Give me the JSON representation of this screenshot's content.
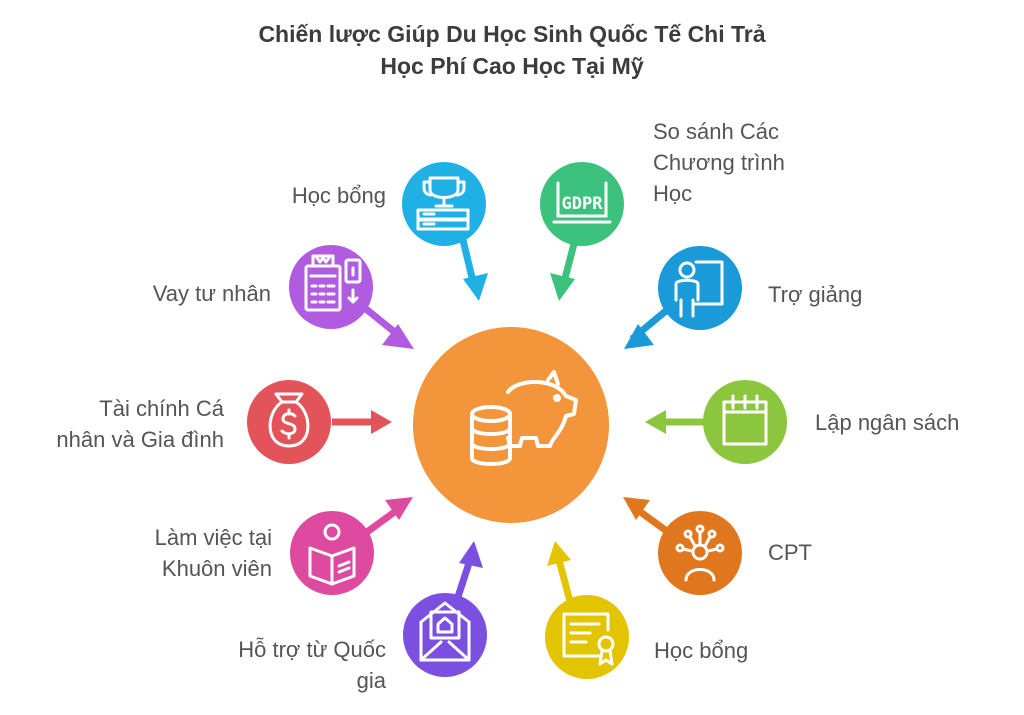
{
  "title": {
    "line1": "Chiến lược Giúp Du Học Sinh Quốc Tế Chi Trả",
    "line2": "Học Phí Cao Học Tại Mỹ"
  },
  "center": {
    "icon": "piggy-bank-coins-icon",
    "color": "#f3953a"
  },
  "nodes": [
    {
      "id": "scholarship-top",
      "label": "Học bổng",
      "icon": "trophy-books-icon",
      "color": "#1fb1e6"
    },
    {
      "id": "compare-programs",
      "label": "So sánh Các\nChương trình\nHọc",
      "icon": "gdpr-icon",
      "color": "#3dc27d"
    },
    {
      "id": "teaching-assistant",
      "label": "Trợ giảng",
      "icon": "teacher-board-icon",
      "color": "#1a9ad8"
    },
    {
      "id": "budgeting",
      "label": "Lập ngân sách",
      "icon": "calendar-icon",
      "color": "#8cc63f"
    },
    {
      "id": "cpt",
      "label": "CPT",
      "icon": "network-person-icon",
      "color": "#e0761e"
    },
    {
      "id": "scholarship-bottom",
      "label": "Học bổng",
      "icon": "certificate-icon",
      "color": "#e3c400"
    },
    {
      "id": "national-support",
      "label": "Hỗ trợ từ Quốc\ngia",
      "icon": "mail-home-icon",
      "color": "#7b4fe0"
    },
    {
      "id": "campus-work",
      "label": "Làm việc tại\nKhuôn viên",
      "icon": "reading-person-icon",
      "color": "#dd4aa0"
    },
    {
      "id": "personal-family-finance",
      "label": "Tài chính Cá\nnhân và Gia đình",
      "icon": "money-bag-icon",
      "color": "#e2535a"
    },
    {
      "id": "private-loan",
      "label": "Vay tư nhân",
      "icon": "calculator-card-icon",
      "color": "#b05be0"
    }
  ]
}
